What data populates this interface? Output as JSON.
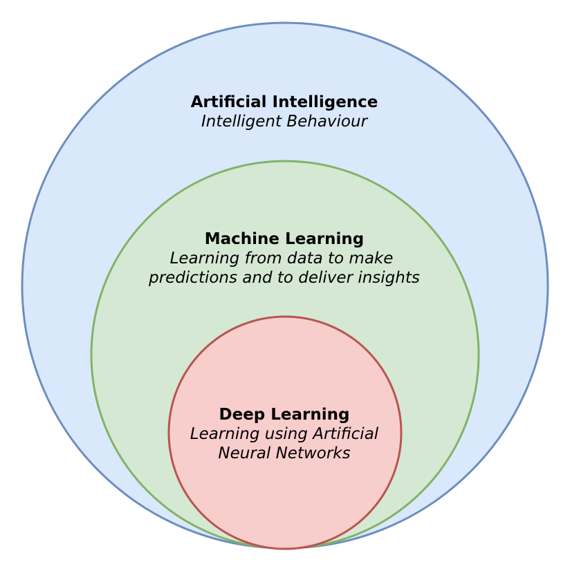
{
  "colors": {
    "ai_fill": "#dae8fc",
    "ai_stroke": "#6c8ebf",
    "ml_fill": "#d5e8d4",
    "ml_stroke": "#82b366",
    "dl_fill": "#f8cecc",
    "dl_stroke": "#b85450"
  },
  "ai": {
    "title": "Artificial Intelligence",
    "desc": [
      "Intelligent Behaviour"
    ]
  },
  "ml": {
    "title": "Machine Learning",
    "desc": [
      "Learning from data to make",
      "predictions and to deliver insights"
    ]
  },
  "dl": {
    "title": "Deep Learning",
    "desc": [
      "Learning using Artificial",
      "Neural Networks"
    ]
  }
}
